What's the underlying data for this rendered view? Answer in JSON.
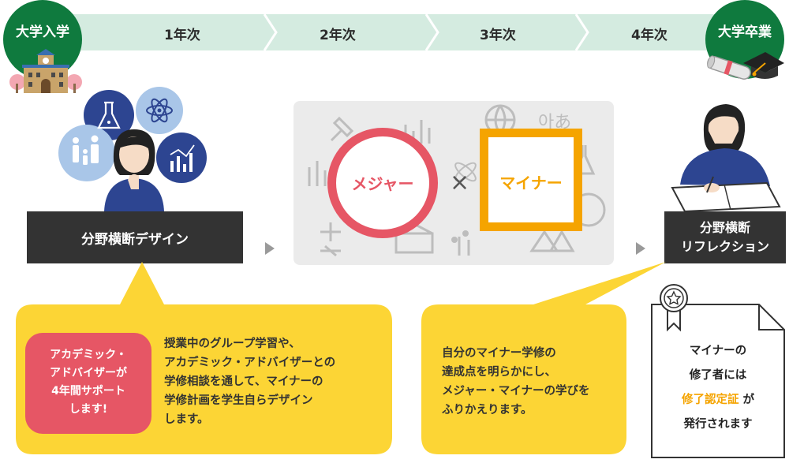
{
  "timeline": {
    "start_badge": "大学入学",
    "end_badge": "大学卒業",
    "years": [
      "1年次",
      "2年次",
      "3年次",
      "4年次"
    ]
  },
  "stage1": {
    "title": "分野横断デザイン",
    "advisor_note": [
      "アカデミック・",
      "アドバイザーが",
      "4年間サポート",
      "します!"
    ],
    "description": [
      "授業中のグループ学習や、",
      "アカデミック・アドバイザーとの",
      "学修相談を通して、マイナーの",
      "学修計画を学生自らデザイン",
      "します。"
    ]
  },
  "stage2": {
    "major_label": "メジャー",
    "times_symbol": "×",
    "minor_label": "マイナー"
  },
  "stage3": {
    "title_line1": "分野横断",
    "title_line2": "リフレクション",
    "description": [
      "自分のマイナー学修の",
      "達成点を明らかにし、",
      "メジャー・マイナーの学びを",
      "ふりかえります。"
    ]
  },
  "certificate": {
    "line1": "マイナーの",
    "line2": "修了者には",
    "highlight": "修了認定証",
    "line3_suffix": " が",
    "line4": "発行されます"
  },
  "colors": {
    "green": "#0f7a3e",
    "timeline_band": "#d4ebe0",
    "dark": "#333333",
    "major": "#e65665",
    "minor": "#f5a400",
    "bubble": "#fcd535",
    "blue_circle": "#a9c6e8",
    "navy_circle": "#2d4591"
  }
}
